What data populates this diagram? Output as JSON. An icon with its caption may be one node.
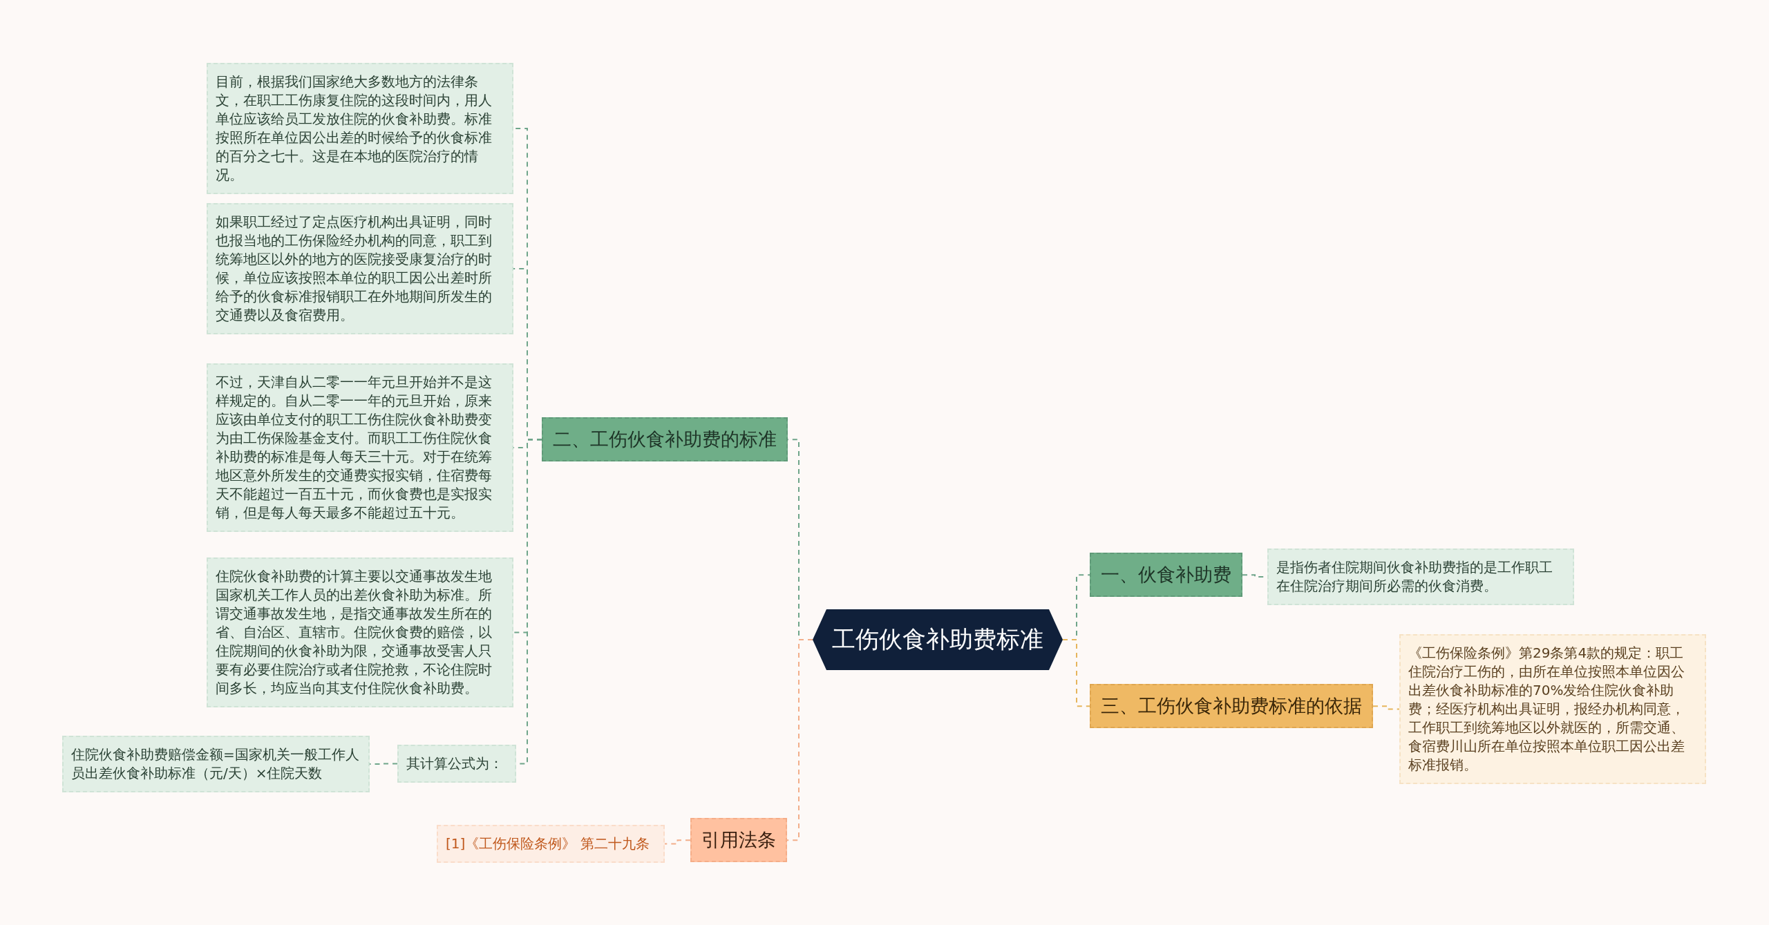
{
  "diagram": {
    "nodes": [
      {
        "text": [
          "工伤伙食补助费标准"
        ]
      },
      {
        "text": [
          "二、工伤伙食补助费的标准"
        ]
      },
      {
        "text": [
          "目前，根据我们国家绝大多数地方的法律条文，在职工工伤康复住院的这段时间内，用人单位应该给员工发放住院的伙食补助费。标准按照所在单位因公出差的时候给予的伙食标准的百分之七十。这是在本地的医院治疗的情况。"
        ]
      },
      {
        "text": [
          "如果职工经过了定点医疗机构出具证明，同时也报当地的工伤保险经办机构的同意，职工到统筹地区以外的地方的医院接受康复治疗的时候，单位应该按照本单位的职工因公出差时所给予的伙食标准报销职工在外地期间所发生的交通费以及食宿费用。"
        ]
      },
      {
        "text": [
          "不过，天津自从二零一一年元旦开始并不是这样规定的。自从二零一一年的元旦开始，原来应该由单位支付的职工工伤住院伙食补助费变为由工伤保险基金支付。而职工工伤住院伙食补助费的标准是每人每天三十元。对于在统筹地区意外所发生的交通费实报实销，住宿费每天不能超过一百五十元，而伙食费也是实报实销，但是每人每天最多不能超过五十元。"
        ]
      },
      {
        "text": [
          "住院伙食补助费的计算主要以交通事故发生地国家机关工作人员的出差伙食补助为标准。所谓交通事故发生地，是指交通事故发生所在的省、自治区、直辖市。住院伙食费的赔偿，以住院期间的伙食补助为限，交通事故受害人只要有必要住院治疗或者住院抢救，不论住院时间多长，均应当向其支付住院伙食补助费。"
        ]
      },
      {
        "text": [
          "其计算公式为："
        ]
      },
      {
        "text": [
          "住院伙食补助费赔偿金额=国家机关一般工作人员出差伙食补助标准（元/天）×住院天数"
        ]
      },
      {
        "text": [
          "引用法条"
        ]
      },
      {
        "text": [
          "[1]《工伤保险条例》 第二十九条"
        ]
      },
      {
        "text": [
          "一、伙食补助费"
        ]
      },
      {
        "text": [
          "是指伤者住院期间伙食补助费指的是工作职工在住院治疗期间所必需的伙食消费。"
        ]
      },
      {
        "text": [
          "三、工伤伙食补助费标准的依据"
        ]
      },
      {
        "text": [
          "《工伤保险条例》第29条第4款的规定：职工住院治疗工伤的，由所在单位按照本单位因公出差伙食补助标准的70%发给住院伙食补助费；经医疗机构出具证明，报经办机构同意，工作职工到统筹地区以外就医的，所需交通、食宿费川山所在单位按照本单位职工因公出差标准报销。"
        ]
      }
    ],
    "edges": [
      {
        "from": 0,
        "to": 1,
        "arrow": "none",
        "style": "dashed"
      },
      {
        "from": 1,
        "to": 2,
        "arrow": "none",
        "style": "dashed"
      },
      {
        "from": 1,
        "to": 3,
        "arrow": "none",
        "style": "dashed"
      },
      {
        "from": 1,
        "to": 4,
        "arrow": "none",
        "style": "dashed"
      },
      {
        "from": 1,
        "to": 5,
        "arrow": "none",
        "style": "dashed"
      },
      {
        "from": 1,
        "to": 6,
        "arrow": "none",
        "style": "dashed"
      },
      {
        "from": 6,
        "to": 7,
        "arrow": "none",
        "style": "dashed"
      },
      {
        "from": 0,
        "to": 8,
        "arrow": "none",
        "style": "dashed",
        "color": "#f2ae8a"
      },
      {
        "from": 8,
        "to": 9,
        "arrow": "none",
        "style": "dashed",
        "color": "#f2ae8a"
      },
      {
        "from": 0,
        "to": 10,
        "arrow": "none",
        "style": "dashed"
      },
      {
        "from": 10,
        "to": 11,
        "arrow": "none",
        "style": "dashed"
      },
      {
        "from": 0,
        "to": 12,
        "arrow": "none",
        "style": "dashed",
        "color": "#e6b55c"
      },
      {
        "from": 12,
        "to": 13,
        "arrow": "none",
        "style": "dashed",
        "color": "#e6b55c"
      }
    ]
  }
}
